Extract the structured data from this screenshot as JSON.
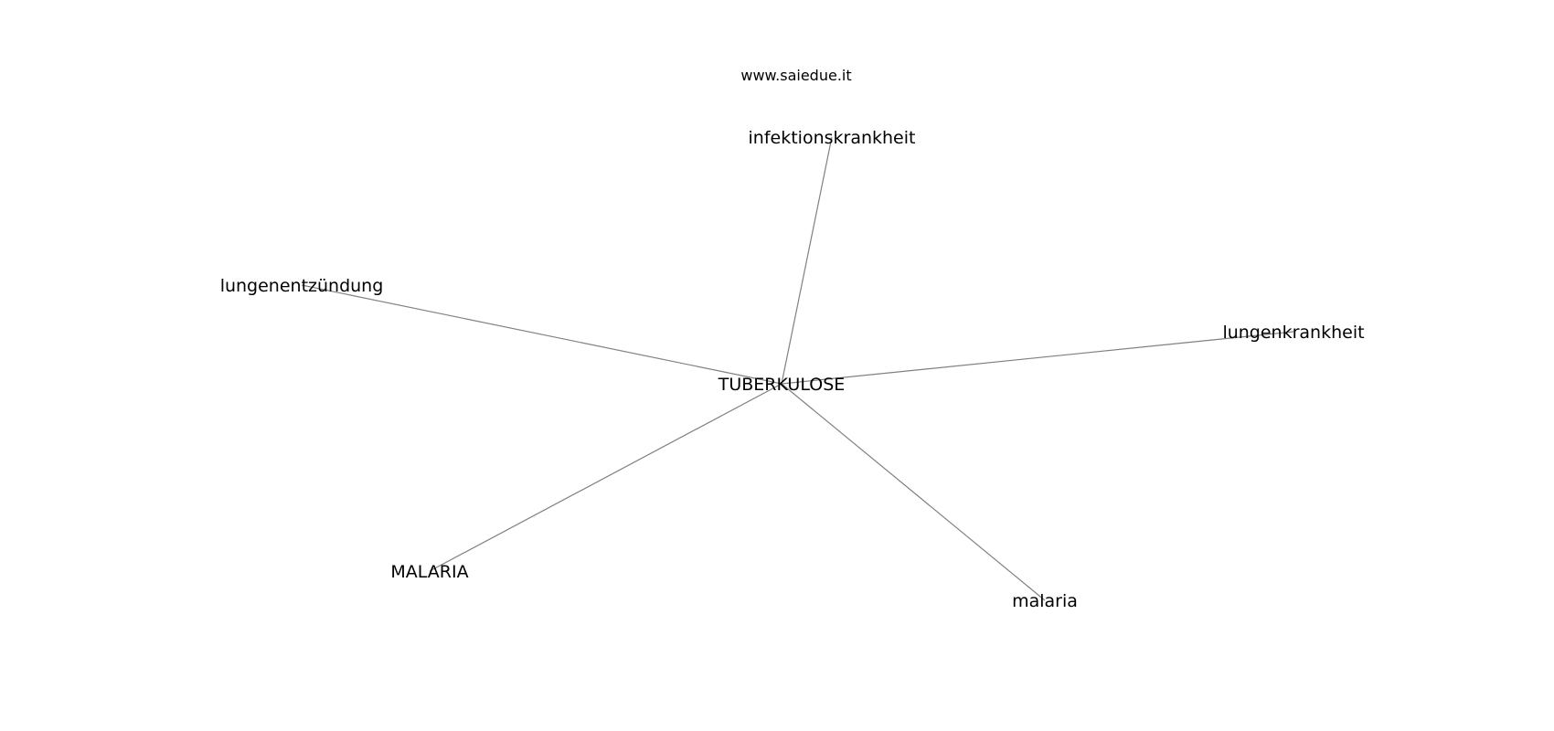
{
  "watermark": "www.saiedue.it",
  "graph": {
    "center": "TUBERKULOSE",
    "nodes": [
      "TUBERKULOSE",
      "infektionskrankheit",
      "lungenentzündung",
      "lungenkrankheit",
      "MALARIA",
      "malaria"
    ],
    "edges": [
      [
        "TUBERKULOSE",
        "infektionskrankheit"
      ],
      [
        "TUBERKULOSE",
        "lungenentzündung"
      ],
      [
        "TUBERKULOSE",
        "lungenkrankheit"
      ],
      [
        "TUBERKULOSE",
        "MALARIA"
      ],
      [
        "TUBERKULOSE",
        "malaria"
      ]
    ],
    "edge_color": "#808080"
  }
}
